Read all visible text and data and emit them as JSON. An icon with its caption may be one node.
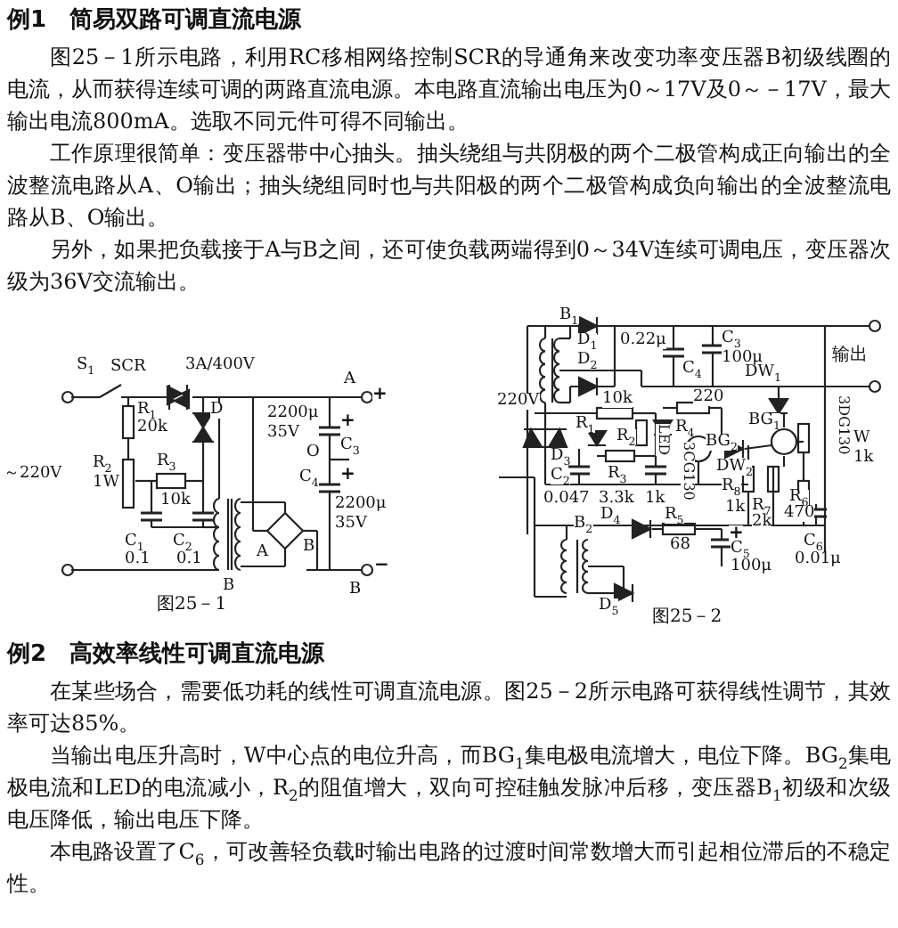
{
  "diagram": {
    "labels": [
      "例1　简易双路可调直流电源",
      "图25－1所示电路，利用RC移相网络控制SCR的导通角来改变功率变压器B初级线圈的电流，从而获得连续可调的两路直流电源。本电路直流输出电压为0～17V及0～－17V，最大输出电流800mA。选取不同元件可得不同输出。",
      "工作原理很简单：变压器带中心抽头。抽头绕组与共阴极的两个二极管构成正向输出的全波整流电路从A、O输出；抽头绕组同时也与共阳极的两个二极管构成负向输出的全波整流电路从B、O输出。",
      "另外，如果把负载接于A与B之间，还可使负载两端得到0～34V连续可调电压，变压器次级为36V交流输出。",
      "S$_{1}$",
      "SCR",
      "3A/400V",
      "R$_{1}$",
      "20k",
      "D",
      "～220V",
      "R$_{2}$",
      "1W",
      "R$_{3}$",
      "10k",
      "C$_{1}$",
      "0.1",
      "C$_{2}$",
      "0.1",
      "B",
      "A",
      "B",
      "A",
      "+",
      "2200μ",
      "35V",
      "+",
      "O",
      "C$_{3}$",
      "C$_{4}$",
      "+",
      "2200μ",
      "35V",
      "−",
      "B",
      "图25－1",
      "B$_{1}$",
      "D$_{1}$",
      "D$_{2}$",
      "0.22μ",
      "C$_{4}$",
      "C$_{3}$",
      "100μ",
      "输出",
      "DW$_{1}$",
      "220V",
      "10k",
      "R$_{4}$",
      "220",
      "LED",
      "R$_{1}$",
      "R$_{2}$",
      "BG$_{2}$",
      "3CG130",
      "BG$_{1}$",
      "3DG130",
      "D$_{3}$",
      "C$_{2}$",
      "0.047",
      "R$_{3}$",
      "3.3k",
      "1k",
      "DW$_{2}$",
      "W",
      "1k",
      "R$_{8}$",
      "1k",
      "R$_{7}$",
      "2k",
      "R$_{6}$",
      "470",
      "C$_{6}$",
      "0.01μ",
      "D$_{4}$",
      "R$_{5}$",
      "68",
      "+",
      "C$_{5}$",
      "100μ",
      "B$_{2}$",
      "D$_{5}$",
      "图25－2",
      "例2　高效率线性可调直流电源",
      "在某些场合，需要低功耗的线性可调直流电源。图25－2所示电路可获得线性调节，其效率可达85%。",
      "当输出电压升高时，W中心点的电位升高，而BG$_{1}$集电极电流增大，电位下降。BG$_{2}$集电极电流和LED的电流减小，R$_{2}$的阻值增大，双向可控硅触发脉冲后移，变压器B$_{1}$初级和次级电压降低，输出电压下降。",
      "本电路设置了C$_{6}$，可改善轻负载时输出电路的过渡时间常数增大而引起相位滞后的不稳定性。"
    ]
  }
}
